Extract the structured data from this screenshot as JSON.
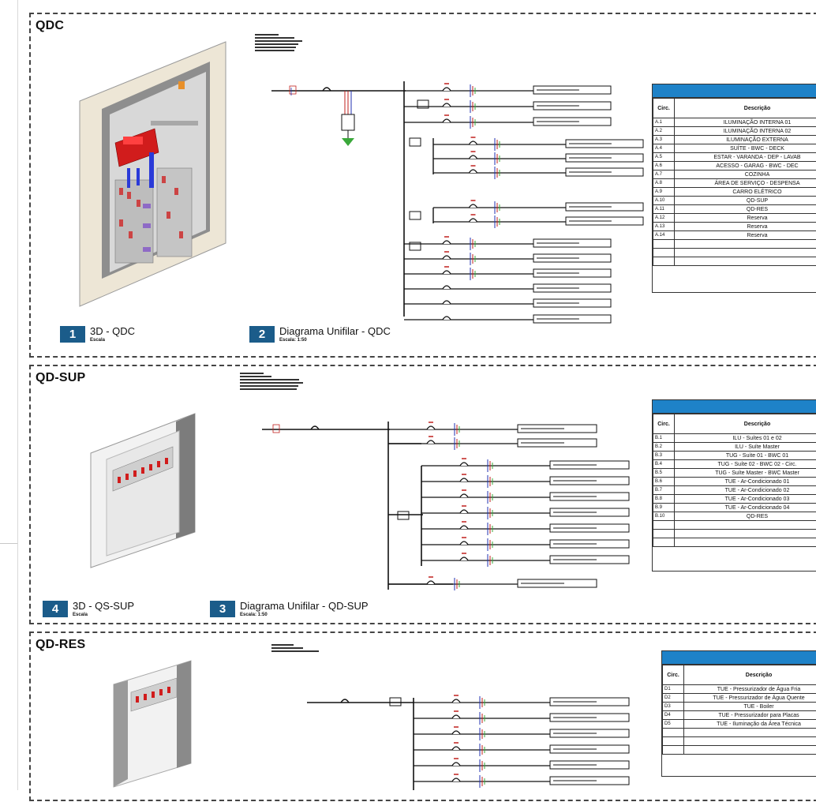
{
  "panels": [
    {
      "title": "QDC",
      "views": [
        {
          "num": "1",
          "title": "3D - QDC",
          "scale": "Escala"
        },
        {
          "num": "2",
          "title": "Diagrama Unifilar - QDC",
          "scale": "Escala: 1:50"
        }
      ],
      "table": {
        "col_circ": "Circ.",
        "col_desc": "Descrição",
        "rows": [
          {
            "c": "A.1",
            "d": "ILUMINAÇÃO INTERNA 01"
          },
          {
            "c": "A.2",
            "d": "ILUMINAÇÃO INTERNA 02"
          },
          {
            "c": "A.3",
            "d": "ILUMINAÇÃO EXTERNA"
          },
          {
            "c": "A.4",
            "d": "SUÍTE - BWC - DECK"
          },
          {
            "c": "A.5",
            "d": "ESTAR - VARANDA - DEP - LAVAB"
          },
          {
            "c": "A.6",
            "d": "ACESSO - GARAG - BWC - DEC"
          },
          {
            "c": "A.7",
            "d": "COZINHA"
          },
          {
            "c": "A.8",
            "d": "ÁREA DE SERVIÇO - DESPENSA"
          },
          {
            "c": "A.9",
            "d": "CARRO ELÉTRICO"
          },
          {
            "c": "A.10",
            "d": "QD-SUP"
          },
          {
            "c": "A.11",
            "d": "QD-RES"
          },
          {
            "c": "A.12",
            "d": "Reserva"
          },
          {
            "c": "A.13",
            "d": "Reserva"
          },
          {
            "c": "A.14",
            "d": "Reserva"
          }
        ]
      }
    },
    {
      "title": "QD-SUP",
      "views": [
        {
          "num": "4",
          "title": "3D - QS-SUP",
          "scale": "Escala"
        },
        {
          "num": "3",
          "title": "Diagrama Unifilar - QD-SUP",
          "scale": "Escala: 1:50"
        }
      ],
      "table": {
        "col_circ": "Circ.",
        "col_desc": "Descrição",
        "rows": [
          {
            "c": "B.1",
            "d": "ILU - Suítes 01 e 02"
          },
          {
            "c": "B.2",
            "d": "ILU - Suíte Master"
          },
          {
            "c": "B.3",
            "d": "TUG - Suíte 01 - BWC 01"
          },
          {
            "c": "B.4",
            "d": "TUG - Suíte 02 - BWC 02 - Circ."
          },
          {
            "c": "B.5",
            "d": "TUG - Suíte Master - BWC Master"
          },
          {
            "c": "B.6",
            "d": "TUE - Ar-Condicionado 01"
          },
          {
            "c": "B.7",
            "d": "TUE - Ar-Condicionado 02"
          },
          {
            "c": "B.8",
            "d": "TUE - Ar-Condicionado 03"
          },
          {
            "c": "B.9",
            "d": "TUE - Ar-Condicionado 04"
          },
          {
            "c": "B.10",
            "d": "QD-RES"
          }
        ]
      }
    },
    {
      "title": "QD-RES",
      "table": {
        "col_circ": "Circ.",
        "col_desc": "Descrição",
        "rows": [
          {
            "c": "D1",
            "d": "TUE - Pressurizador de Água Fria"
          },
          {
            "c": "D2",
            "d": "TUE - Pressurizador de Água Quente"
          },
          {
            "c": "D3",
            "d": "TUE - Boiler"
          },
          {
            "c": "D4",
            "d": "TUE - Pressurizador para Placas"
          },
          {
            "c": "D5",
            "d": "TUE - Iluminação da Área Técnica"
          }
        ]
      }
    }
  ],
  "colors": {
    "accent": "#1b5c8a",
    "table_header": "#1e82c8",
    "breaker": "#c0201e",
    "ground": "#3aa83a",
    "phase": "#2030b0"
  }
}
